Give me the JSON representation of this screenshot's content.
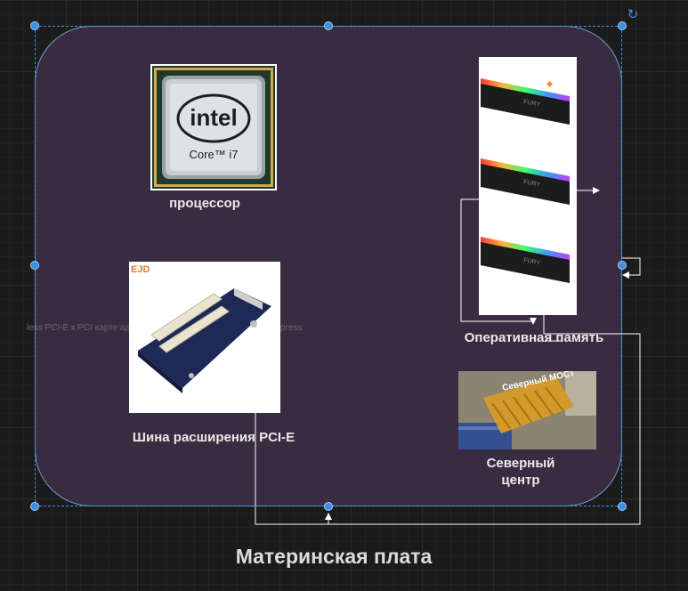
{
  "diagram": {
    "title": "Материнская плата",
    "nodes": {
      "cpu": {
        "label": "процессор",
        "chip_brand": "intel",
        "chip_model": "Core™ i7"
      },
      "ram": {
        "label": "Оперативная память",
        "module_text": "FURY"
      },
      "pcie": {
        "label": "Шина расширения PCI-E",
        "logo_text": "EJD"
      },
      "northbridge": {
        "label_line1": "Северный",
        "label_line2": "центр",
        "chip_text": "Северный МОСТ"
      }
    },
    "ghost_caption": "less PCI-E к PCI карте адаптер преобразователь карта | AliExpress"
  },
  "colors": {
    "canvas": "#1b1b1b",
    "board_fill": "#3a2c40",
    "selection": "#3d8fe0",
    "connector": "#ffffff",
    "label": "#eaeaea"
  },
  "icons": {
    "rotate": "rotate-icon"
  }
}
